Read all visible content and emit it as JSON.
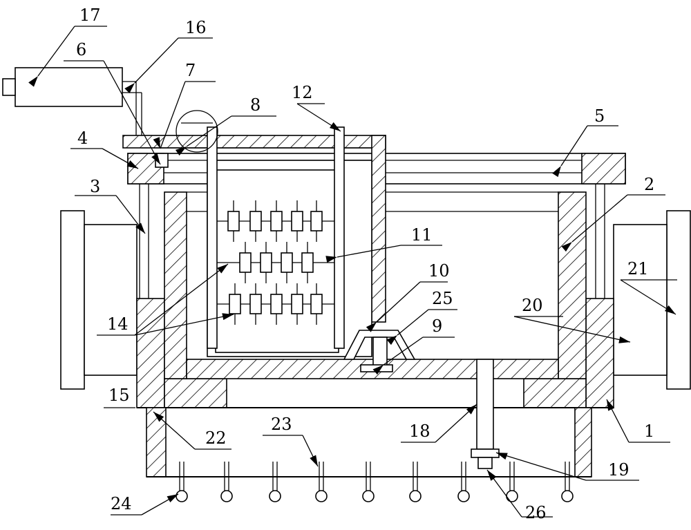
{
  "labels": {
    "l1": "1",
    "l2": "2",
    "l3": "3",
    "l4": "4",
    "l5": "5",
    "l6": "6",
    "l7": "7",
    "l8": "8",
    "l9": "9",
    "l10": "10",
    "l11": "11",
    "l12": "12",
    "l14": "14",
    "l15": "15",
    "l16": "16",
    "l17": "17",
    "l18": "18",
    "l19": "19",
    "l20": "20",
    "l21": "21",
    "l22": "22",
    "l23": "23",
    "l24": "24",
    "l25": "25",
    "l26": "26"
  },
  "colors": {
    "line": "#000000",
    "background": "#ffffff"
  }
}
